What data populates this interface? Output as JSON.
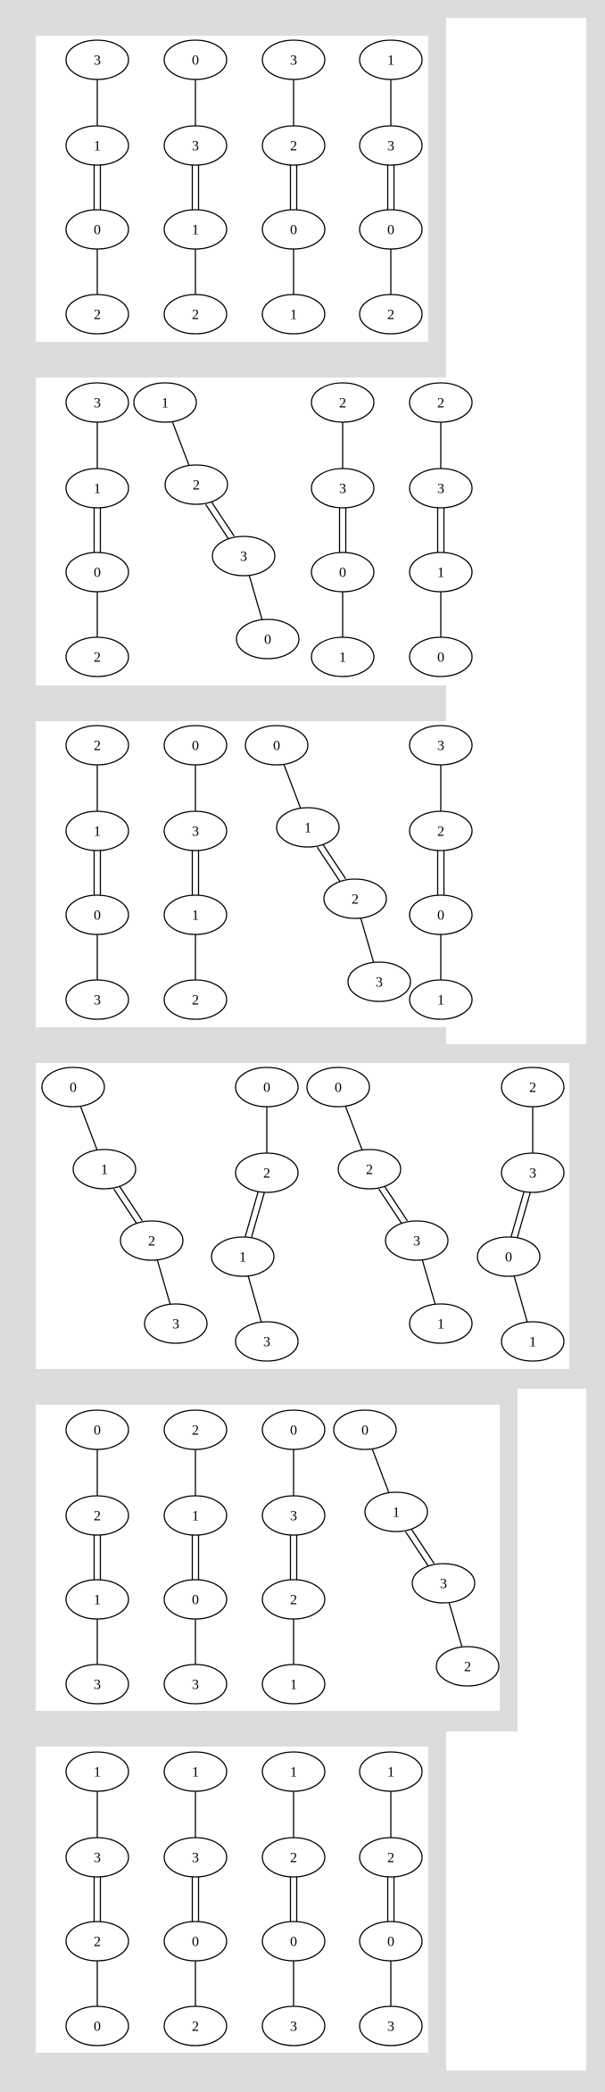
{
  "graphs": [
    {
      "nodes": [
        "3",
        "1",
        "0",
        "2"
      ],
      "bonds": [
        1,
        2,
        1
      ]
    },
    {
      "nodes": [
        "0",
        "3",
        "1",
        "2"
      ],
      "bonds": [
        1,
        2,
        1
      ]
    },
    {
      "nodes": [
        "3",
        "2",
        "0",
        "1"
      ],
      "bonds": [
        1,
        2,
        1
      ]
    },
    {
      "nodes": [
        "1",
        "3",
        "0",
        "2"
      ],
      "bonds": [
        1,
        2,
        1
      ]
    },
    {
      "nodes": [
        "3",
        "1",
        "0",
        "2"
      ],
      "bonds": [
        1,
        2,
        1
      ]
    },
    {
      "nodes": [
        "1",
        "2",
        "3",
        "0"
      ],
      "bonds": [
        1,
        2,
        1
      ]
    },
    {
      "nodes": [
        "2",
        "3",
        "0",
        "1"
      ],
      "bonds": [
        1,
        2,
        1
      ]
    },
    {
      "nodes": [
        "2",
        "3",
        "1",
        "0"
      ],
      "bonds": [
        1,
        2,
        1
      ]
    },
    {
      "nodes": [
        "2",
        "1",
        "0",
        "3"
      ],
      "bonds": [
        1,
        2,
        1
      ]
    },
    {
      "nodes": [
        "0",
        "3",
        "1",
        "2"
      ],
      "bonds": [
        1,
        2,
        1
      ]
    },
    {
      "nodes": [
        "0",
        "1",
        "2",
        "3"
      ],
      "bonds": [
        1,
        2,
        1
      ]
    },
    {
      "nodes": [
        "3",
        "2",
        "0",
        "1"
      ],
      "bonds": [
        1,
        2,
        1
      ]
    },
    {
      "nodes": [
        "0",
        "1",
        "2",
        "3"
      ],
      "bonds": [
        1,
        2,
        1
      ]
    },
    {
      "nodes": [
        "0",
        "2",
        "1",
        "3"
      ],
      "bonds": [
        1,
        2,
        1
      ]
    },
    {
      "nodes": [
        "0",
        "2",
        "3",
        "1"
      ],
      "bonds": [
        1,
        2,
        1
      ]
    },
    {
      "nodes": [
        "2",
        "3",
        "0",
        "1"
      ],
      "bonds": [
        1,
        2,
        1
      ]
    },
    {
      "nodes": [
        "0",
        "2",
        "1",
        "3"
      ],
      "bonds": [
        1,
        2,
        1
      ]
    },
    {
      "nodes": [
        "2",
        "1",
        "0",
        "3"
      ],
      "bonds": [
        1,
        2,
        1
      ]
    },
    {
      "nodes": [
        "0",
        "3",
        "2",
        "1"
      ],
      "bonds": [
        1,
        2,
        1
      ]
    },
    {
      "nodes": [
        "0",
        "1",
        "3",
        "2"
      ],
      "bonds": [
        1,
        2,
        1
      ]
    },
    {
      "nodes": [
        "1",
        "3",
        "2",
        "0"
      ],
      "bonds": [
        1,
        2,
        1
      ]
    },
    {
      "nodes": [
        "1",
        "3",
        "0",
        "2"
      ],
      "bonds": [
        1,
        2,
        1
      ]
    },
    {
      "nodes": [
        "1",
        "2",
        "0",
        "3"
      ],
      "bonds": [
        1,
        2,
        1
      ]
    },
    {
      "nodes": [
        "1",
        "2",
        "0",
        "3"
      ],
      "bonds": [
        1,
        2,
        1
      ]
    }
  ]
}
